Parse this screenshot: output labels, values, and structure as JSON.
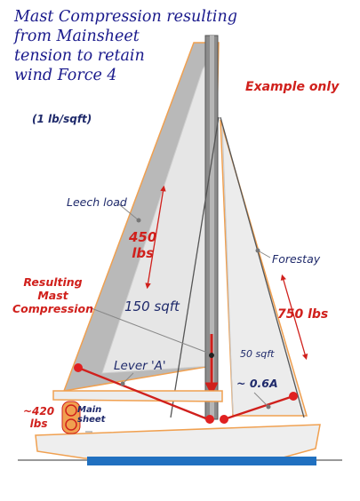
{
  "title_lines": [
    "Mast Compression resulting",
    "from Mainsheet",
    "tension to retain",
    "wind Force 4"
  ],
  "example_note": "Example only",
  "pressure_note": "(1 lb/sqft)",
  "labels": {
    "leech_load": "Leech load",
    "leech_value": "450",
    "leech_unit": "lbs",
    "forestay": "Forestay",
    "forestay_value": "750 lbs",
    "compression_lines": [
      "Resulting",
      "Mast",
      "Compression"
    ],
    "main_area": "150 sqft",
    "jib_area": "50 sqft",
    "lever_a": "Lever 'A'",
    "lever_fraction": "~ 0.6A",
    "sheet_value": "~420",
    "sheet_unit": "lbs",
    "main_sheet_lines": [
      "Main",
      "sheet"
    ]
  },
  "colors": {
    "title": "#1a1a8c",
    "accent_red": "#d0201c",
    "orange": "#f0a050",
    "sail_grey": "#b8b8b8",
    "mast_grey": "#8a8a8a",
    "hull_blue": "#2070c0"
  }
}
